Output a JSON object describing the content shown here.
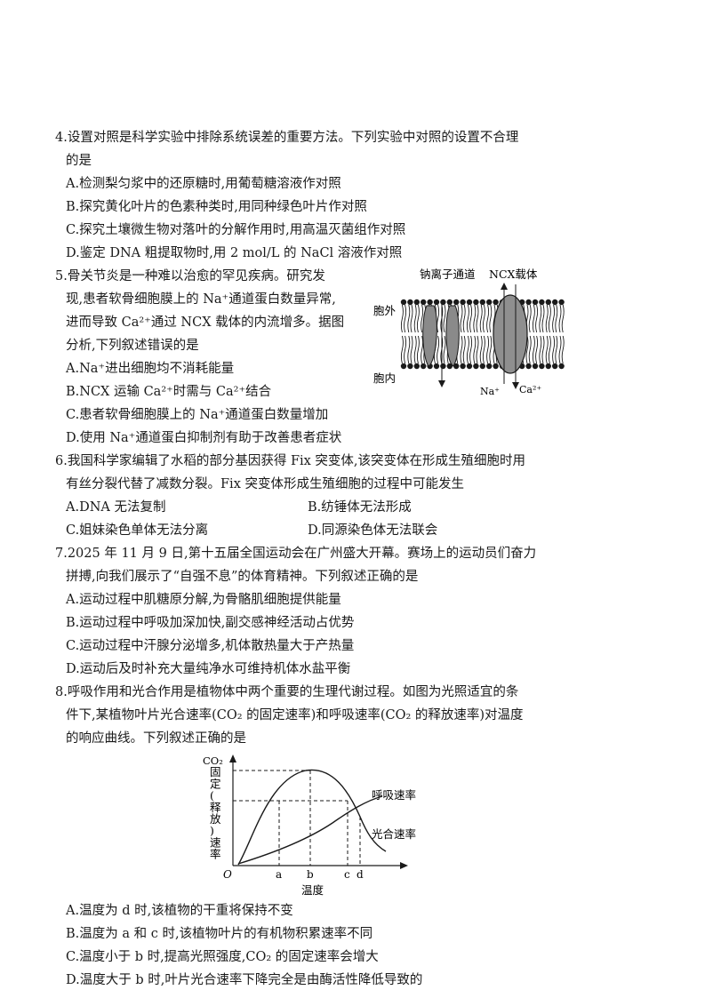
{
  "q4": {
    "stem_line1": "4.设置对照是科学实验中排除系统误差的重要方法。下列实验中对照的设置不合理",
    "stem_line2": "的是",
    "options": [
      "A.检测梨匀浆中的还原糖时,用葡萄糖溶液作对照",
      "B.探究黄化叶片的色素种类时,用同种绿色叶片作对照",
      "C.探究土壤微生物对落叶的分解作用时,用高温灭菌组作对照",
      "D.鉴定 DNA 粗提取物时,用 2 mol/L 的 NaCl 溶液作对照"
    ]
  },
  "q5": {
    "stem_line1": "5.骨关节炎是一种难以治愈的罕见疾病。研究发",
    "stem_line2": "现,患者软骨细胞膜上的 Na⁺通道蛋白数量异常,",
    "stem_line3": "进而导致 Ca²⁺通过 NCX 载体的内流增多。据图",
    "stem_line4": "分析,下列叙述错误的是",
    "options": [
      "A.Na⁺进出细胞均不消耗能量",
      "B.NCX 运输 Ca²⁺时需与 Ca²⁺结合",
      "C.患者软骨细胞膜上的 Na⁺通道蛋白数量增加",
      "D.使用 Na⁺通道蛋白抑制剂有助于改善患者症状"
    ],
    "figure": {
      "label_channel": "钠离子通道",
      "label_ncx": "NCX载体",
      "label_outside": "胞外",
      "label_inside": "胞内",
      "label_na": "Na⁺",
      "label_ca": "Ca²⁺"
    }
  },
  "q6": {
    "stem_line1": "6.我国科学家编辑了水稻的部分基因获得 Fix 突变体,该突变体在形成生殖细胞时用",
    "stem_line2": "有丝分裂代替了减数分裂。Fix 突变体形成生殖细胞的过程中可能发生",
    "options": [
      "A.DNA 无法复制",
      "B.纺锤体无法形成",
      "C.姐妹染色单体无法分离",
      "D.同源染色体无法联会"
    ]
  },
  "q7": {
    "stem_line1": "7.2025 年 11 月 9 日,第十五届全国运动会在广州盛大开幕。赛场上的运动员们奋力",
    "stem_line2": "拼搏,向我们展示了“自强不息”的体育精神。下列叙述正确的是",
    "options": [
      "A.运动过程中肌糖原分解,为骨骼肌细胞提供能量",
      "B.运动过程中呼吸加深加快,副交感神经活动占优势",
      "C.运动过程中汗腺分泌增多,机体散热量大于产热量",
      "D.运动后及时补充大量纯净水可维持机体水盐平衡"
    ]
  },
  "q8": {
    "stem_line1": "8.呼吸作用和光合作用是植物体中两个重要的生理代谢过程。如图为光照适宜的条",
    "stem_line2": "件下,某植物叶片光合速率(CO₂ 的固定速率)和呼吸速率(CO₂ 的释放速率)对温度",
    "stem_line3": "的响应曲线。下列叙述正确的是",
    "options": [
      "A.温度为 d 时,该植物的干重将保持不变",
      "B.温度为 a 和 c 时,该植物叶片的有机物积累速率不同",
      "C.温度小于 b 时,提高光照强度,CO₂ 的固定速率会增大",
      "D.温度大于 b 时,叶片光合速率下降完全是由酶活性降低导致的"
    ],
    "figure": {
      "y_label": [
        "CO₂",
        "固",
        "定",
        "(",
        "释",
        "放",
        ")",
        "速",
        "率"
      ],
      "x_label": "温度",
      "origin": "O",
      "ticks": [
        "a",
        "b",
        "c",
        "d"
      ],
      "curve_respiration": "呼吸速率",
      "curve_photosynthesis": "光合速率"
    }
  }
}
